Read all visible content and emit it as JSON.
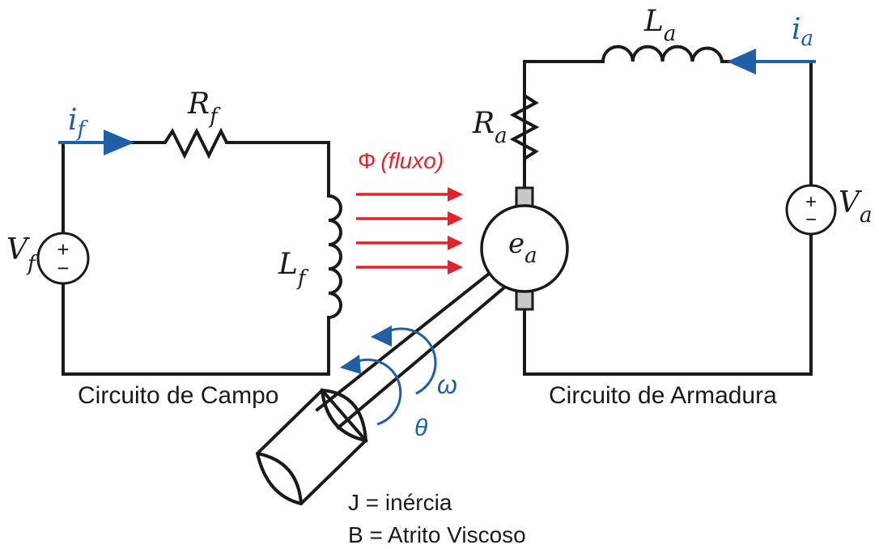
{
  "field_circuit": {
    "current": {
      "symbol": "i",
      "sub": "f"
    },
    "resistor": {
      "symbol": "R",
      "sub": "f"
    },
    "inductor": {
      "symbol": "L",
      "sub": "f"
    },
    "source": {
      "symbol": "V",
      "sub": "f",
      "plus": "+",
      "minus": "−"
    },
    "caption": "Circuito de Campo"
  },
  "armature_circuit": {
    "current": {
      "symbol": "i",
      "sub": "a"
    },
    "resistor": {
      "symbol": "R",
      "sub": "a"
    },
    "inductor": {
      "symbol": "L",
      "sub": "a"
    },
    "source": {
      "symbol": "V",
      "sub": "a",
      "plus": "+",
      "minus": "−"
    },
    "caption": "Circuito de Armadura"
  },
  "motor": {
    "emf": {
      "symbol": "e",
      "sub": "a"
    }
  },
  "flux": {
    "symbol": "Φ",
    "label": "(fluxo)"
  },
  "shaft": {
    "omega": "ω",
    "theta": "θ"
  },
  "load": {
    "inertia": "J = inércia",
    "friction": "B = Atrito Viscoso"
  },
  "colors": {
    "current": "#1f5fa8",
    "flux": "#e8202a",
    "wire": "#1a1a1a"
  },
  "icons": [
    "resistor-icon",
    "inductor-icon",
    "voltage-source-icon",
    "motor-icon",
    "brush-icon",
    "load-icon"
  ]
}
